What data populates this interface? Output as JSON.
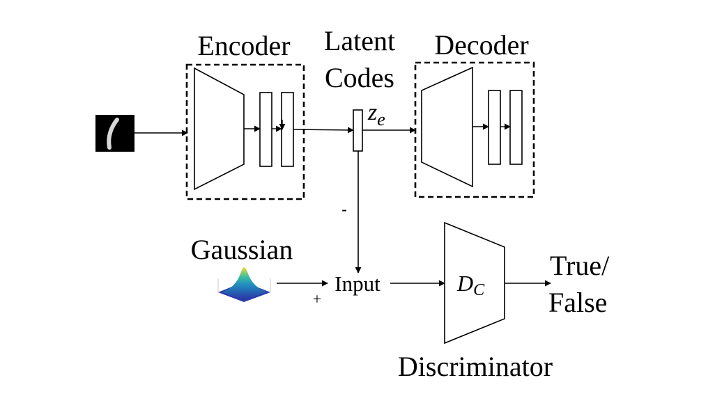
{
  "labels": {
    "encoder": "Encoder",
    "latent_line1": "Latent",
    "latent_line2": "Codes",
    "decoder": "Decoder",
    "latent_var_main": "z",
    "latent_var_sub": "e",
    "minus_sign": "-",
    "gaussian": "Gaussian",
    "plus_sign": "+",
    "input": "Input",
    "disc_var_main": "D",
    "disc_var_sub": "C",
    "output_line1": "True/",
    "output_line2": "False",
    "discriminator": "Discriminator"
  },
  "colors": {
    "stroke": "#000000",
    "digit_background": "#000000",
    "digit_stroke": "#d8d8d8",
    "gaussian_peak": "#f5d930",
    "gaussian_mid": "#3fbf9f",
    "gaussian_base": "#2b3aa8"
  },
  "icons": {
    "input_image": "handwritten-digit-one-thumbnail",
    "gaussian_plot": "3d-gaussian-surface-plot"
  }
}
